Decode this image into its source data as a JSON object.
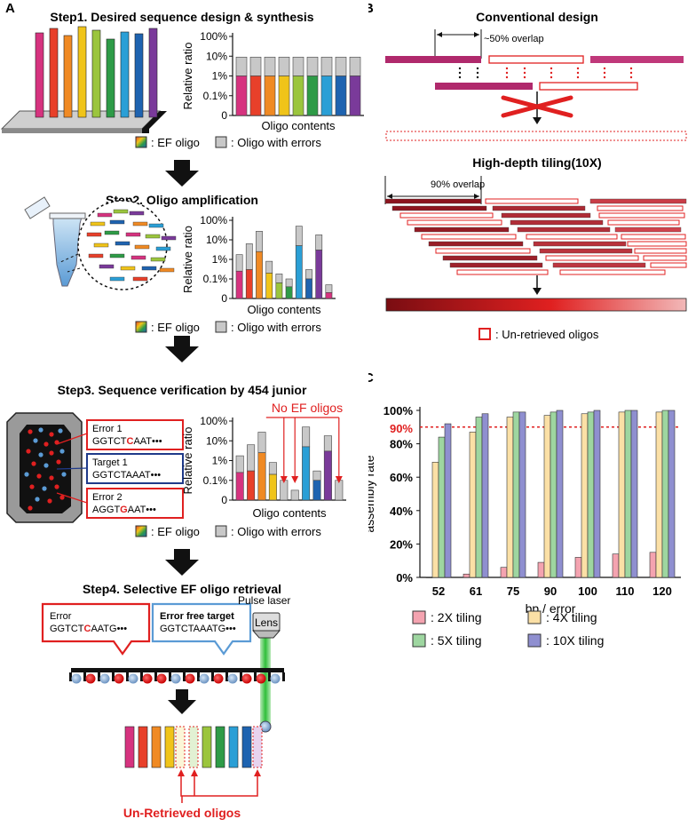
{
  "panels": {
    "a": "A",
    "b": "B",
    "c": "C"
  },
  "colors": {
    "oligos": [
      "#d6337f",
      "#e8402a",
      "#f08a24",
      "#f0c419",
      "#9bc53d",
      "#2e9b47",
      "#2a9fd6",
      "#1e63b0",
      "#7a3a9a"
    ],
    "error_gray": "#c8c8c8",
    "accent_red": "#e02020",
    "navy": "#1f3a8a",
    "light_blue": "#5b9bd5"
  },
  "step1": {
    "title": "Step1. Desired sequence design & synthesis",
    "ylabel": "Relative ratio",
    "xlabel": "Oligo contents",
    "yticks": [
      "100%",
      "10%",
      "1%",
      "0.1%",
      "0"
    ]
  },
  "step2": {
    "title": "Step2. Oligo amplification",
    "ylabel": "Relative ratio",
    "xlabel": "Oligo contents",
    "yticks": [
      "100%",
      "10%",
      "1%",
      "0.1%",
      "0"
    ]
  },
  "step3": {
    "title": "Step3. Sequence verification by 454 junior",
    "ylabel": "Relative ratio",
    "xlabel": "Oligo contents",
    "yticks": [
      "100%",
      "10%",
      "1%",
      "0.1%",
      "0"
    ],
    "no_ef": "No EF oligos",
    "box1_title": "Error 1",
    "box1_pre": "GGTCT",
    "box1_err": "C",
    "box1_post": "AAT•••",
    "box2_title": "Target 1",
    "box2_seq": "GGTCTAAAT•••",
    "box3_title": "Error 2",
    "box3_pre": "AGGT",
    "box3_err": "G",
    "box3_post": "AAT•••"
  },
  "legend": {
    "ef": ": EF oligo",
    "err": ": Oligo with errors"
  },
  "step4": {
    "title": "Step4. Selective EF oligo retrieval",
    "error_title": "Error",
    "error_pre": "GGTCT",
    "error_err": "C",
    "error_post": "AATG•••",
    "ef_title": "Error free target",
    "ef_seq": "GGTCTAAATG•••",
    "laser": "Pulse laser",
    "lens": "Lens",
    "unretrieved": "Un-Retrieved oligos"
  },
  "panel_b": {
    "conventional": "Conventional design",
    "overlap50": "~50% overlap",
    "hightiling": "High-depth tiling(10X)",
    "overlap90": "90% overlap",
    "legend": ": Un-retrieved oligos"
  },
  "chart_data": [
    {
      "type": "bar",
      "title": "Step1. Desired sequence design & synthesis",
      "xlabel": "Oligo contents",
      "ylabel": "Relative ratio",
      "yscale": "log",
      "yticks": [
        "100%",
        "10%",
        "1%",
        "0.1%",
        "0"
      ],
      "series": [
        {
          "name": "EF oligo",
          "values": [
            1,
            1,
            1,
            1,
            1,
            1,
            1,
            1,
            1
          ]
        },
        {
          "name": "Oligo with errors",
          "values": [
            8,
            8,
            8,
            8,
            8,
            8,
            8,
            8,
            8
          ]
        }
      ]
    },
    {
      "type": "bar",
      "title": "Step2. Oligo amplification",
      "xlabel": "Oligo contents",
      "ylabel": "Relative ratio",
      "yscale": "log",
      "yticks": [
        "100%",
        "10%",
        "1%",
        "0.1%",
        "0"
      ],
      "series": [
        {
          "name": "EF oligo",
          "values": [
            0.25,
            0.3,
            2.5,
            0.2,
            0.08,
            0.06,
            5.0,
            0.1,
            3.0,
            0.03
          ]
        },
        {
          "name": "Oligo with errors",
          "values": [
            1.5,
            6,
            25,
            0.6,
            0.1,
            0.04,
            45,
            0.2,
            15,
            0.04
          ]
        }
      ]
    },
    {
      "type": "bar",
      "title": "Step3. Sequence verification by 454 junior",
      "xlabel": "Oligo contents",
      "ylabel": "Relative ratio",
      "yscale": "log",
      "yticks": [
        "100%",
        "10%",
        "1%",
        "0.1%",
        "0"
      ],
      "annotation": "No EF oligos",
      "series": [
        {
          "name": "EF oligo",
          "values": [
            0.25,
            0.3,
            2.5,
            0.2,
            0,
            0,
            5.0,
            0.1,
            3.0,
            0
          ]
        },
        {
          "name": "Oligo with errors",
          "values": [
            1.5,
            6,
            25,
            0.6,
            0.1,
            0.05,
            45,
            0.2,
            15,
            0.1
          ]
        }
      ]
    },
    {
      "type": "bar",
      "title": "",
      "xlabel": "bp / error",
      "ylabel": "assembly rate",
      "categories": [
        "52",
        "61",
        "75",
        "90",
        "100",
        "110",
        "120"
      ],
      "ylim": [
        0,
        100
      ],
      "yticks": [
        "0%",
        "20%",
        "40%",
        "60%",
        "80%",
        "90%",
        "100%"
      ],
      "threshold": "90%",
      "threshold_value": 90,
      "series": [
        {
          "name": ": 2X tiling",
          "color": "#f4a3b0",
          "values": [
            0,
            2,
            6,
            9,
            12,
            14,
            15
          ]
        },
        {
          "name": ": 4X tiling",
          "color": "#fbe0a6",
          "values": [
            69,
            87,
            96,
            97,
            98,
            99,
            99
          ]
        },
        {
          "name": ": 5X tiling",
          "color": "#9ed6a0",
          "values": [
            84,
            96,
            99,
            99,
            99,
            100,
            100
          ]
        },
        {
          "name": ": 10X tiling",
          "color": "#8f8fd0",
          "values": [
            92,
            98,
            99,
            100,
            100,
            100,
            100
          ]
        }
      ]
    }
  ]
}
